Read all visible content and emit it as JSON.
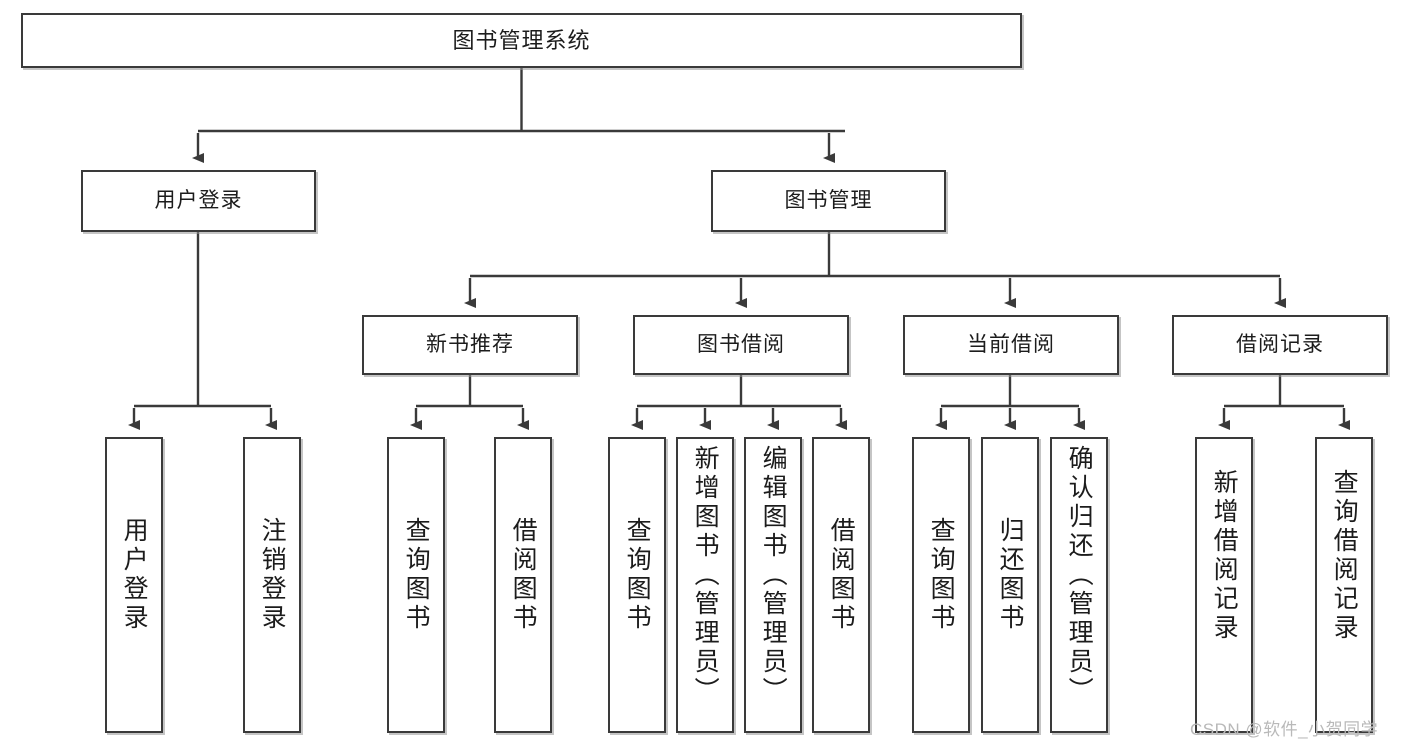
{
  "diagram": {
    "title": "图书管理系统",
    "type": "tree-hierarchy",
    "root": {
      "label": "图书管理系统"
    },
    "level2": [
      {
        "label": "用户登录"
      },
      {
        "label": "图书管理"
      }
    ],
    "level3": [
      {
        "label": "新书推荐"
      },
      {
        "label": "图书借阅"
      },
      {
        "label": "当前借阅"
      },
      {
        "label": "借阅记录"
      }
    ],
    "leaves": [
      {
        "label": "用户登录",
        "parent": "用户登录"
      },
      {
        "label": "注销登录",
        "parent": "用户登录"
      },
      {
        "label": "查询图书",
        "parent": "新书推荐"
      },
      {
        "label": "借阅图书",
        "parent": "新书推荐"
      },
      {
        "label": "查询图书",
        "parent": "图书借阅"
      },
      {
        "label": "新增图书（管理员）",
        "parent": "图书借阅"
      },
      {
        "label": "编辑图书（管理员）",
        "parent": "图书借阅"
      },
      {
        "label": "借阅图书",
        "parent": "图书借阅"
      },
      {
        "label": "查询图书",
        "parent": "当前借阅"
      },
      {
        "label": "归还图书",
        "parent": "当前借阅"
      },
      {
        "label": "确认归还（管理员）",
        "parent": "当前借阅"
      },
      {
        "label": "新增借阅记录",
        "parent": "借阅记录"
      },
      {
        "label": "查询借阅记录",
        "parent": "借阅记录"
      }
    ]
  },
  "watermark": {
    "text": "CSDN @软件_小贺同学"
  },
  "colors": {
    "stroke": "#3a3a3a",
    "background": "#ffffff",
    "text": "#1c1c1c",
    "watermark": "#b9b9b9"
  }
}
